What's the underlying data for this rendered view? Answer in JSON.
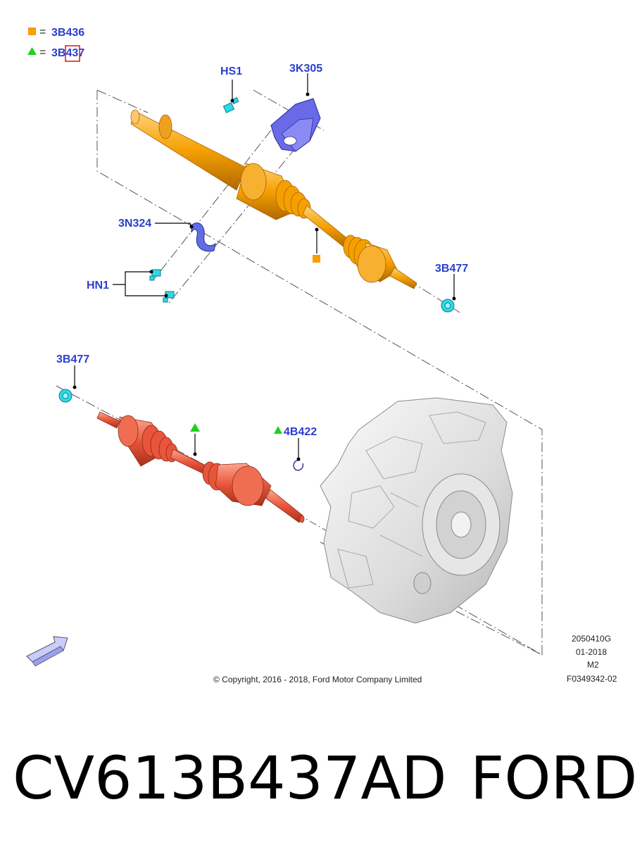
{
  "legend": [
    {
      "symbol": "square",
      "color": "#f5a000",
      "eq": "=",
      "code": "3B436"
    },
    {
      "symbol": "triangle",
      "color": "#1fd11f",
      "eq": "=",
      "code": "3B437"
    }
  ],
  "callouts": {
    "hs1": "HS1",
    "k305": "3K305",
    "n324": "3N324",
    "hn1": "HN1",
    "b477_right": "3B477",
    "b477_left": "3B477",
    "b422": "4B422"
  },
  "meta": {
    "line1": "2050410G",
    "line2": "01-2018",
    "line3": "M2",
    "line4": "F0349342-02"
  },
  "copyright": "© Copyright, 2016 - 2018, Ford Motor Company Limited",
  "caption": {
    "part_number": "CV613B437AD",
    "brand": "FORD"
  },
  "colors": {
    "label": "#2b3fcf",
    "upper_shaft": "#f5a000",
    "lower_shaft": "#e8553a",
    "bracket": "#6a6ae8",
    "fastener": "#2fd9e8",
    "highlight_box": "#e02020"
  }
}
